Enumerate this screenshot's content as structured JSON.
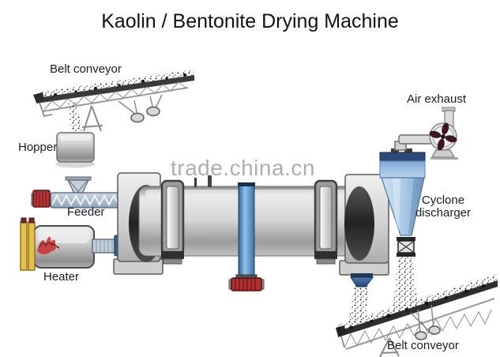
{
  "title": "Kaolin / Bentonite Drying Machine",
  "watermark": "trade.china.cn",
  "labels": {
    "belt_conveyor_top": "Belt conveyor",
    "hopper": "Hopper",
    "feeder": "Feeder",
    "heater": "Heater",
    "air_exhaust": "Air exhaust",
    "cyclone_discharger_line1": "Cyclone",
    "cyclone_discharger_line2": "discharger",
    "belt_conveyor_bottom": "Belt conveyor"
  },
  "colors": {
    "background": "#ffffff",
    "text": "#1c1c1c",
    "watermark_gray": "#9b9b9b",
    "drum_gray": "#c9c9c9",
    "column_blue": "#5b94cc",
    "cyclone_blue": "#a9cae6",
    "cyclone_lid_navy": "#2c4a78",
    "discharge_funnel_blue": "#2e5684",
    "motor_red": "#b13535",
    "heater_grate_yellow": "#e7c14a",
    "flame_red": "#c43030",
    "conveyor_dark": "#333333"
  }
}
